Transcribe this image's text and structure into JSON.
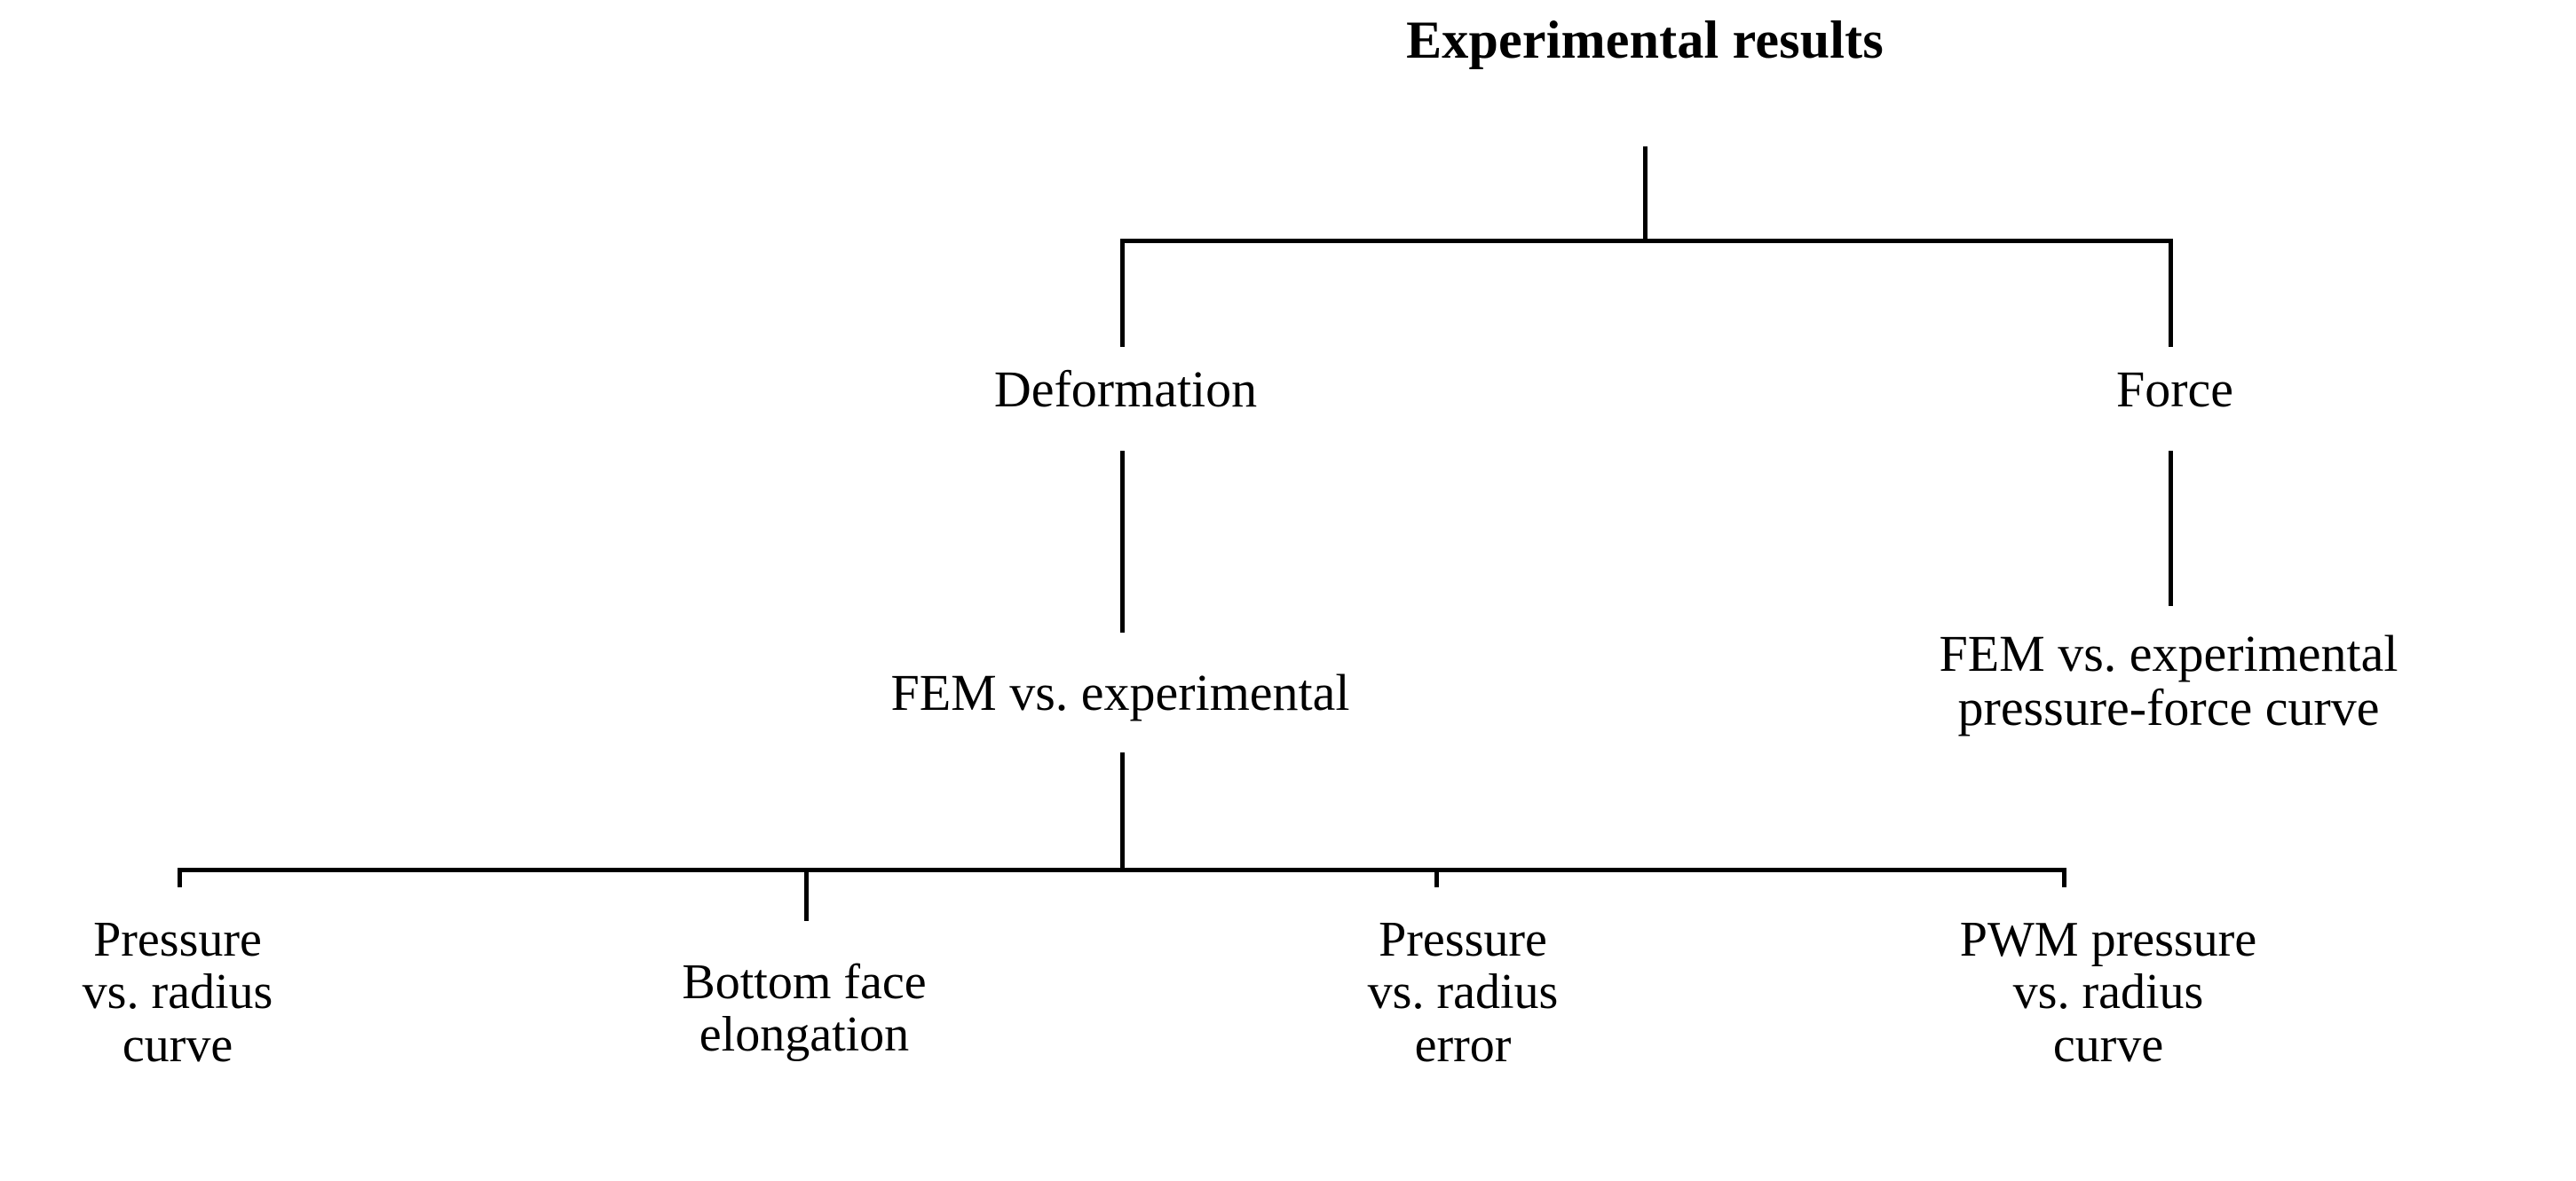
{
  "diagram": {
    "type": "tree",
    "orientation": "top-down",
    "root": {
      "id": "experimental-results",
      "label": "Experimental results",
      "emphasis": "bold"
    },
    "level1": [
      {
        "id": "deformation",
        "label": "Deformation"
      },
      {
        "id": "force",
        "label": "Force"
      }
    ],
    "level2": [
      {
        "id": "fem-vs-experimental",
        "parent": "deformation",
        "label": "FEM vs. experimental"
      },
      {
        "id": "fem-vs-experimental-pressure-force-curve",
        "parent": "force",
        "label": "FEM vs. experimental\npressure-force curve"
      }
    ],
    "leaves": [
      {
        "id": "pressure-vs-radius-curve",
        "parent": "fem-vs-experimental",
        "label": "Pressure\nvs. radius\ncurve"
      },
      {
        "id": "bottom-face-elongation",
        "parent": "fem-vs-experimental",
        "label": "Bottom face\nelongation"
      },
      {
        "id": "pressure-vs-radius-error",
        "parent": "fem-vs-experimental",
        "label": "Pressure\nvs. radius\nerror"
      },
      {
        "id": "pwm-pressure-vs-radius-curve",
        "parent": "fem-vs-experimental",
        "label": "PWM pressure\nvs. radius\ncurve"
      }
    ],
    "colors": {
      "background": "#ffffff",
      "text": "#000000",
      "connector": "#000000"
    }
  }
}
